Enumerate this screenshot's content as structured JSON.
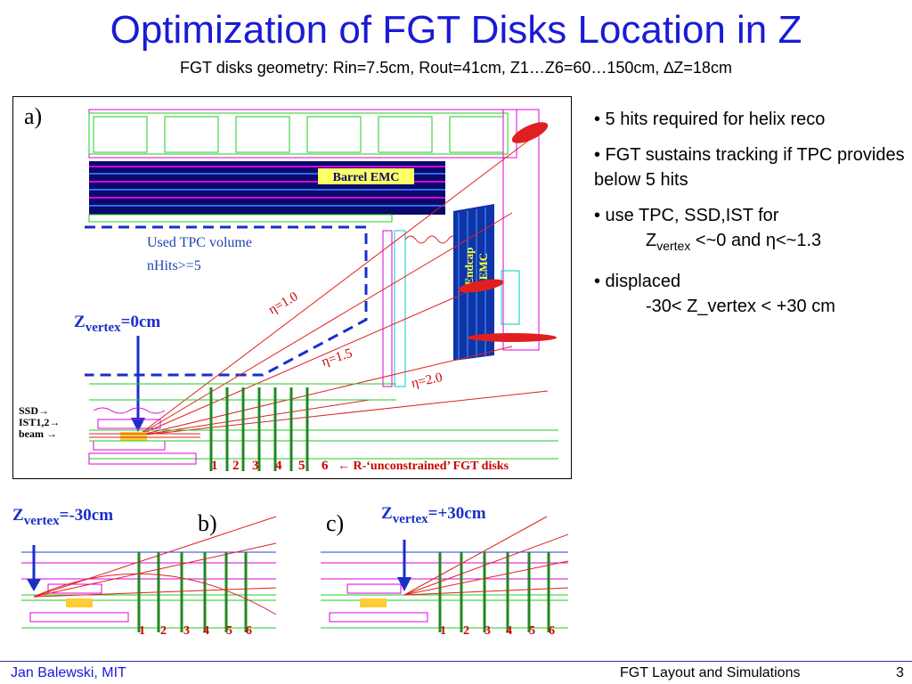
{
  "title": "Optimization of FGT Disks Location in Z",
  "subtitle": "FGT disks geometry:  Rin=7.5cm, Rout=41cm,  Z1…Z6=60…150cm, ∆Z=18cm",
  "panel_a": {
    "label": "a)",
    "barrel_emc": "Barrel EMC",
    "endcap_1": "Endcap",
    "endcap_2": "EMC",
    "tpc_line1": "Used TPC volume",
    "tpc_line2": "nHits>=5",
    "eta_1": "η=1.0",
    "eta_2": "η=1.5",
    "eta_3": "η=2.0",
    "zvertex_main": "Z",
    "zvertex_sub": "vertex",
    "zvertex_value": "=0cm",
    "ssd": "SSD→",
    "ist": "IST1,2→",
    "beam": "beam →",
    "disk_numbers": [
      "1",
      "2",
      "3",
      "4",
      "5",
      "6"
    ],
    "disks_caption": "←  R-‘unconstrained’ FGT disks"
  },
  "panel_b": {
    "label": "b)",
    "zvertex_main": "Z",
    "zvertex_sub": "vertex",
    "zvertex_value": "=-30cm",
    "disk_numbers": [
      "1",
      "2",
      "3",
      "4",
      "5",
      "6"
    ]
  },
  "panel_c": {
    "label": "c)",
    "zvertex_main": "Z",
    "zvertex_sub": "vertex",
    "zvertex_value": "=+30cm",
    "disk_numbers": [
      "1",
      "2",
      "3",
      "4",
      "5",
      "6"
    ]
  },
  "bullets": {
    "b1": "• 5 hits required for helix reco",
    "b2": "• FGT sustains tracking if TPC provides below 5 hits",
    "b3": "• use TPC, SSD,IST for",
    "b3_z": "Z",
    "b3_sub": "vertex",
    "b3_rest": " <~0 and η<~1.3",
    "b4": "• displaced",
    "b4_detail": "-30< Z_vertex < +30 cm"
  },
  "footer": {
    "author": "Jan Balewski, MIT",
    "topic": "FGT Layout and Simulations",
    "page": "3"
  },
  "colors": {
    "title": "#1a1ad6",
    "tracks": "#e02020",
    "detector_green": "#22cc22",
    "detector_magenta": "#dd00dd",
    "arrow_blue": "#2233cc",
    "disk_label": "#cc0000"
  }
}
